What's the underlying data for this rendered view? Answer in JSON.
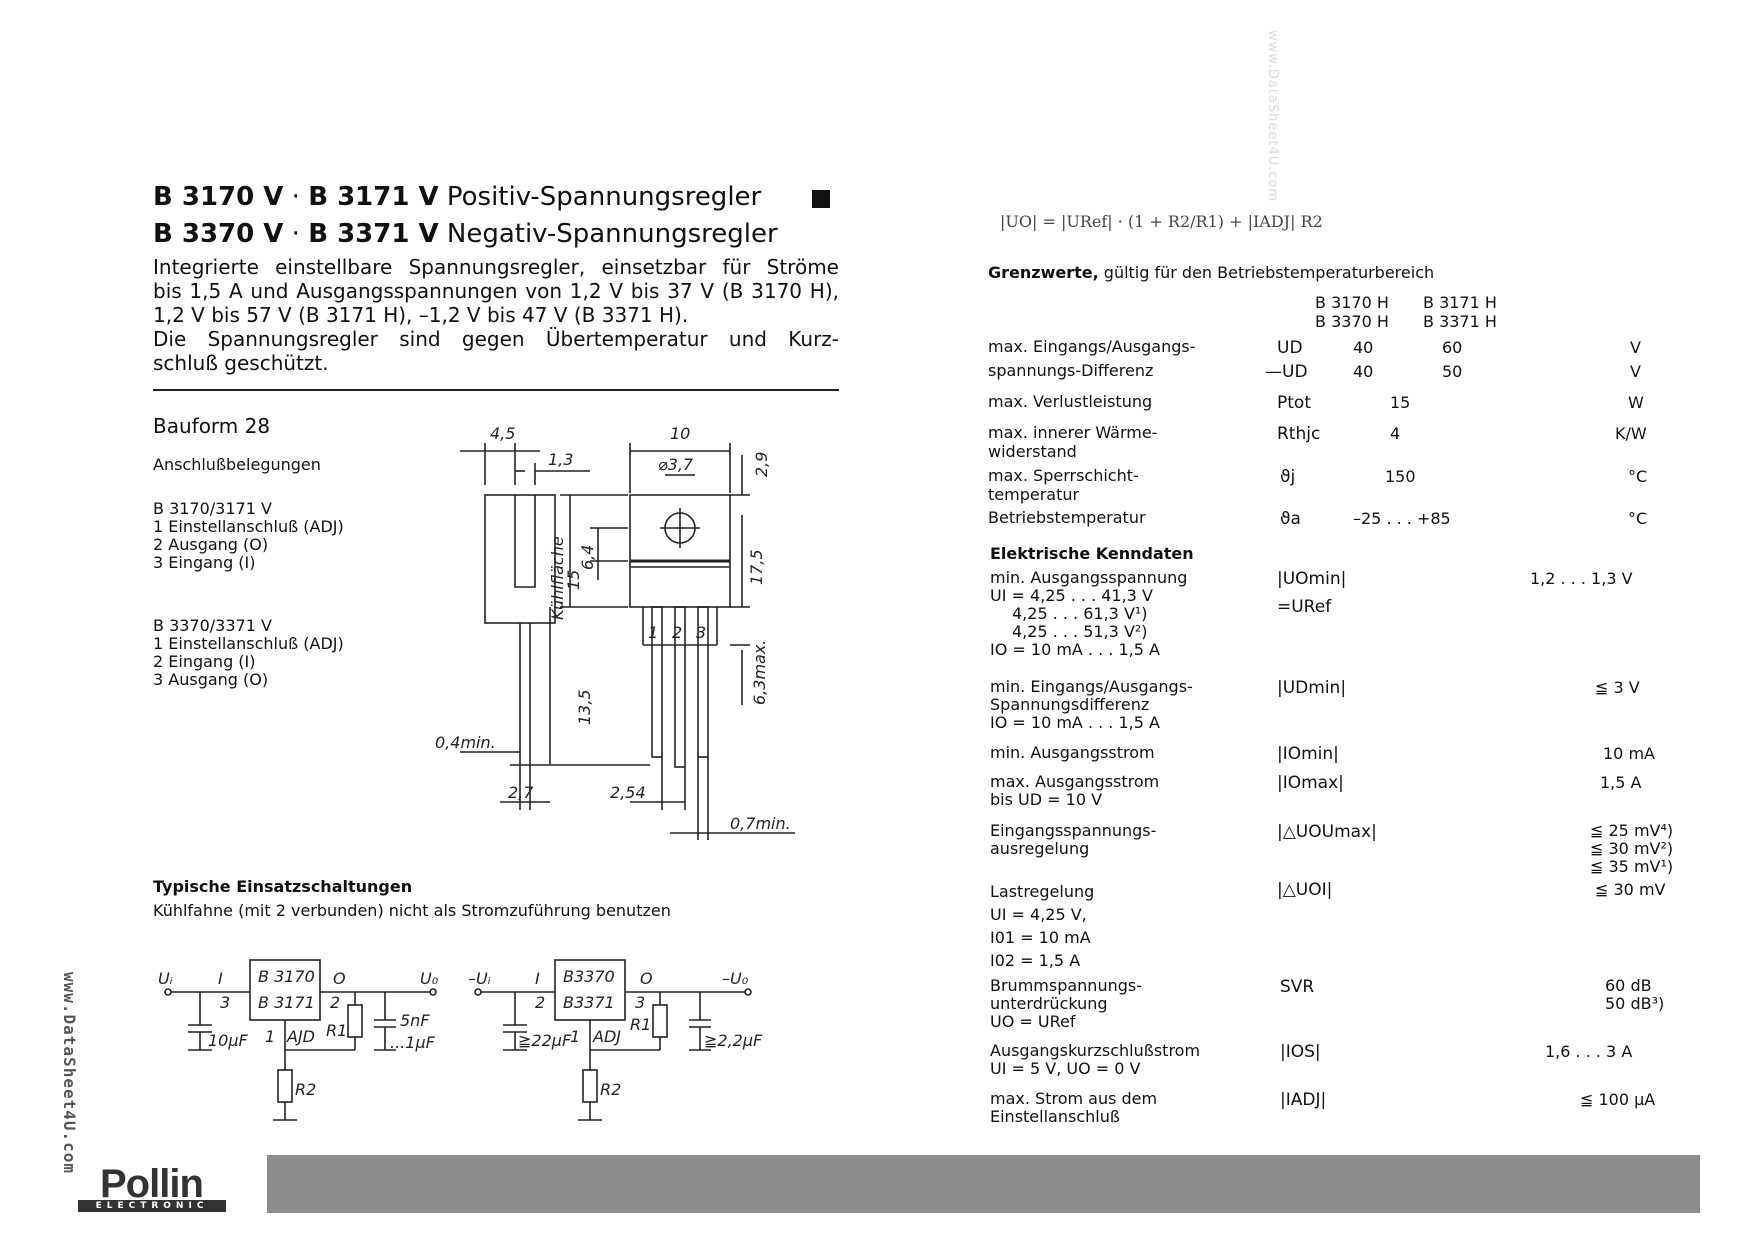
{
  "watermark": "www.DataSheet4U.com",
  "title": {
    "line1_part1": "B 3170 V",
    "line1_sep": "·",
    "line1_part2": "B 3171 V",
    "line1_desc": "Positiv-Spannungsregler",
    "line2_part1": "B 3370 V",
    "line2_sep": "·",
    "line2_part2": "B 3371 V",
    "line2_desc": "Negativ-Spannungsregler"
  },
  "intro": [
    "Integrierte einstellbare Spannungsregler, einsetzbar für Ströme",
    "bis 1,5 A und Ausgangsspannungen von 1,2 V bis 37 V (B 3170 H),",
    "1,2 V bis 57 V (B 3171 H), –1,2 V bis 47 V (B 3371 H).",
    "Die Spannungsregler sind gegen Übertemperatur und Kurz-",
    "schluß geschützt."
  ],
  "bauform": "Bauform 28",
  "anschluss_title": "Anschlußbelegungen",
  "pins_a": {
    "title": "B 3170/3171 V",
    "items": [
      "1 Einstellanschluß (ADJ)",
      "2 Ausgang (O)",
      "3 Eingang (I)"
    ]
  },
  "pins_b": {
    "title": "B 3370/3371 V",
    "items": [
      "1 Einstellanschluß (ADJ)",
      "2 Eingang (I)",
      "3 Ausgang (O)"
    ]
  },
  "dims": {
    "d45": "4,5",
    "d13": "1,3",
    "d10": "10",
    "d37": "⌀3,7",
    "d29": "2,9",
    "d64": "6,4",
    "d15": "15",
    "kuehl": "Kühlfläche",
    "d175": "17,5",
    "d63": "6,3max.",
    "d135": "13,5",
    "d04": "0,4min.",
    "d27": "2,7",
    "d254": "2,54",
    "d07": "0,7min.",
    "p1": "1",
    "p2": "2",
    "p3": "3"
  },
  "typisch": {
    "title": "Typische Einsatzschaltungen",
    "note": "Kühlfahne (mit 2 verbunden) nicht als Stromzuführung benutzen"
  },
  "circuit1": {
    "ui": "Uᵢ",
    "i": "I",
    "ic1": "B 3170",
    "ic2": "B 3171",
    "o": "O",
    "uo": "U₀",
    "n3": "3",
    "n2": "2",
    "n1": "1",
    "adj": "AJD",
    "r1": "R1",
    "r2": "R2",
    "c_in": "10µF",
    "c_ad": "5nF",
    "c_out": "...1µF"
  },
  "circuit2": {
    "ui": "–Uᵢ",
    "i": "I",
    "ic1": "B3370",
    "ic2": "B3371",
    "o": "O",
    "uo": "–U₀",
    "n2": "2",
    "n3": "3",
    "n1": "1",
    "adj": "ADJ",
    "r1": "R1",
    "r2": "R2",
    "c_in": "≧22µF",
    "c_out": "≧2,2µF"
  },
  "formula": "|UO| = |URef| · (1 + R2/R1) + |IADJ| R2",
  "grenz": {
    "title": "Grenzwerte,",
    "title_rest": "gültig für den Betriebstemperaturbereich",
    "types_row1": [
      "B 3170 H",
      "B 3171 H"
    ],
    "types_row2": [
      "B 3370 H",
      "B 3371 H"
    ],
    "rows": [
      {
        "label": [
          "max. Eingangs/Ausgangs-",
          "spannungs-Differenz"
        ],
        "syms": [
          "UD",
          "—UD"
        ],
        "v1": [
          "40",
          "40"
        ],
        "v2": [
          "60",
          "50"
        ],
        "unit": [
          "V",
          "V"
        ]
      },
      {
        "label": [
          "max. Verlustleistung"
        ],
        "syms": [
          "Ptot"
        ],
        "v": "15",
        "unit": "W"
      },
      {
        "label": [
          "max. innerer Wärme-",
          "widerstand"
        ],
        "syms": [
          "Rthjc"
        ],
        "v": "4",
        "unit": "K/W"
      },
      {
        "label": [
          "max. Sperrschicht-",
          "temperatur"
        ],
        "syms": [
          "ϑj"
        ],
        "v": "150",
        "unit": "°C"
      },
      {
        "label": [
          "Betriebstemperatur"
        ],
        "syms": [
          "ϑa"
        ],
        "v": "–25 . . . +85",
        "unit": "°C"
      }
    ]
  },
  "kenn": {
    "title": "Elektrische Kenndaten",
    "rows": [
      {
        "label": [
          "min. Ausgangsspannung",
          "UI = 4,25 . . . 41,3 V",
          "   4,25 . . . 61,3 V¹)",
          "   4,25 . . . 51,3 V²)",
          "IO = 10 mA . . . 1,5 A"
        ],
        "sym": [
          "|UOmin|",
          "=URef"
        ],
        "val": [
          "1,2 . . . 1,3 V"
        ]
      },
      {
        "label": [
          "min. Eingangs/Ausgangs-",
          "Spannungsdifferenz",
          "IO = 10 mA . . . 1,5 A"
        ],
        "sym": [
          "|UDmin|"
        ],
        "val": [
          "≦ 3 V"
        ]
      },
      {
        "label": [
          "min. Ausgangsstrom"
        ],
        "sym": [
          "|IOmin|"
        ],
        "val": [
          "10 mA"
        ]
      },
      {
        "label": [
          "max. Ausgangsstrom",
          "bis UD = 10 V"
        ],
        "sym": [
          "|IOmax|"
        ],
        "val": [
          "1,5 A"
        ]
      },
      {
        "label": [
          "Eingangsspannungs-",
          "ausregelung"
        ],
        "sym": [
          "|△UOUmax|"
        ],
        "val": [
          "≦ 25 mV⁴)",
          "≦ 30 mV²)",
          "≦ 35 mV¹)"
        ]
      },
      {
        "label": [
          "Lastregelung",
          "UI = 4,25 V,",
          "I01 = 10 mA",
          "I02 = 1,5 A"
        ],
        "sym": [
          "|△UOI|"
        ],
        "val": [
          "≦ 30 mV"
        ]
      },
      {
        "label": [
          "Brummspannungs-",
          "unterdrückung",
          "UO = URef"
        ],
        "sym": [
          "SVR"
        ],
        "val": [
          "60 dB",
          "50 dB³)"
        ]
      },
      {
        "label": [
          "Ausgangskurzschlußstrom",
          "UI = 5 V, UO = 0 V"
        ],
        "sym": [
          "|IOS|"
        ],
        "val": [
          "1,6 . . . 3 A"
        ]
      },
      {
        "label": [
          "max. Strom aus dem",
          "Einstellanschluß"
        ],
        "sym": [
          "|IADJ|"
        ],
        "val": [
          "≦ 100 µA"
        ]
      }
    ]
  },
  "logo": {
    "name": "Pollin",
    "sub": "ELECTRONIC"
  }
}
